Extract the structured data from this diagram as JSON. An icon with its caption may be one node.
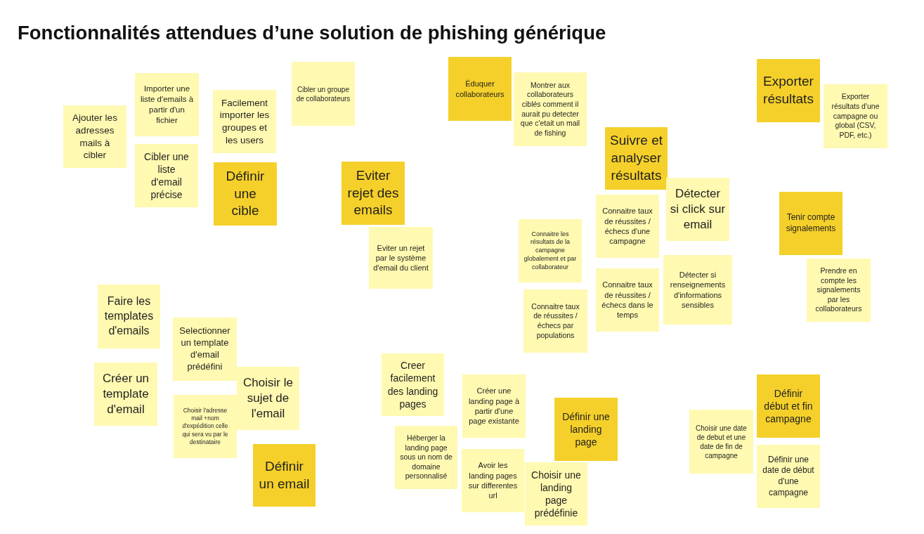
{
  "diagram": {
    "title": "Fonctionnalités attendues d’une solution de phishing générique",
    "nodes": [
      {
        "text": [
          "Ajouter les adresses mails à cibler"
        ]
      },
      {
        "text": [
          "Importer une liste d'emails à partir d'un fichier"
        ]
      },
      {
        "text": [
          "Cibler une liste d'email précise"
        ]
      },
      {
        "text": [
          "Facilement importer les groupes et les users"
        ]
      },
      {
        "text": [
          "Définir une cible"
        ]
      },
      {
        "text": [
          "Cibler un groupe de collaborateurs"
        ]
      },
      {
        "text": [
          "Eviter rejet des emails"
        ]
      },
      {
        "text": [
          "Eviter un rejet par le système d'email du client"
        ]
      },
      {
        "text": [
          "Éduquer collaborateurs"
        ]
      },
      {
        "text": [
          "Montrer aux collaborateurs ciblés comment il aurait pu detecter que c'etait un mail de fishing"
        ]
      },
      {
        "text": [
          "Suivre et analyser résultats"
        ]
      },
      {
        "text": [
          "Connaitre les résultats de la campagne globalement et par collaborateur"
        ]
      },
      {
        "text": [
          "Connaitre taux de réussites / échecs d'une campagne"
        ]
      },
      {
        "text": [
          "Détecter si click sur email"
        ]
      },
      {
        "text": [
          "Connaitre taux de réussites / échecs dans le temps"
        ]
      },
      {
        "text": [
          "Détecter si renseignements d'informations sensibles"
        ]
      },
      {
        "text": [
          "Connaitre taux de réussites / échecs par populations"
        ]
      },
      {
        "text": [
          "Exporter résultats"
        ]
      },
      {
        "text": [
          "Exporter résultats d'une campagne ou global (CSV, PDF, etc.)"
        ]
      },
      {
        "text": [
          "Tenir compte signalements"
        ]
      },
      {
        "text": [
          "Prendre en compte les signalements par les collaborateurs"
        ]
      },
      {
        "text": [
          "Faire les templates d'emails"
        ]
      },
      {
        "text": [
          "Créer un template d'email"
        ]
      },
      {
        "text": [
          "Selectionner un template d'email prédéfini"
        ]
      },
      {
        "text": [
          "Choisir l'adresse mail +nom d'expédition celle qui sera vu par le destinataire"
        ]
      },
      {
        "text": [
          "Choisir le sujet de l'email"
        ]
      },
      {
        "text": [
          "Définir un email"
        ]
      },
      {
        "text": [
          "Creer facilement des landing pages"
        ]
      },
      {
        "text": [
          "Créer une landing page à partir d'une page existante"
        ]
      },
      {
        "text": [
          "Héberger la landing page sous un nom de domaine personnalisé"
        ]
      },
      {
        "text": [
          "Avoir les landing pages sur differentes url"
        ]
      },
      {
        "text": [
          "Définir une landing page"
        ]
      },
      {
        "text": [
          "Choisir une landing page prédéfinie"
        ]
      },
      {
        "text": [
          "Choisir une date de debut et une date de fin de campagne"
        ]
      },
      {
        "text": [
          "Définir début et fin campagne"
        ]
      },
      {
        "text": [
          "Définir une date de début d'une campagne"
        ]
      }
    ]
  }
}
